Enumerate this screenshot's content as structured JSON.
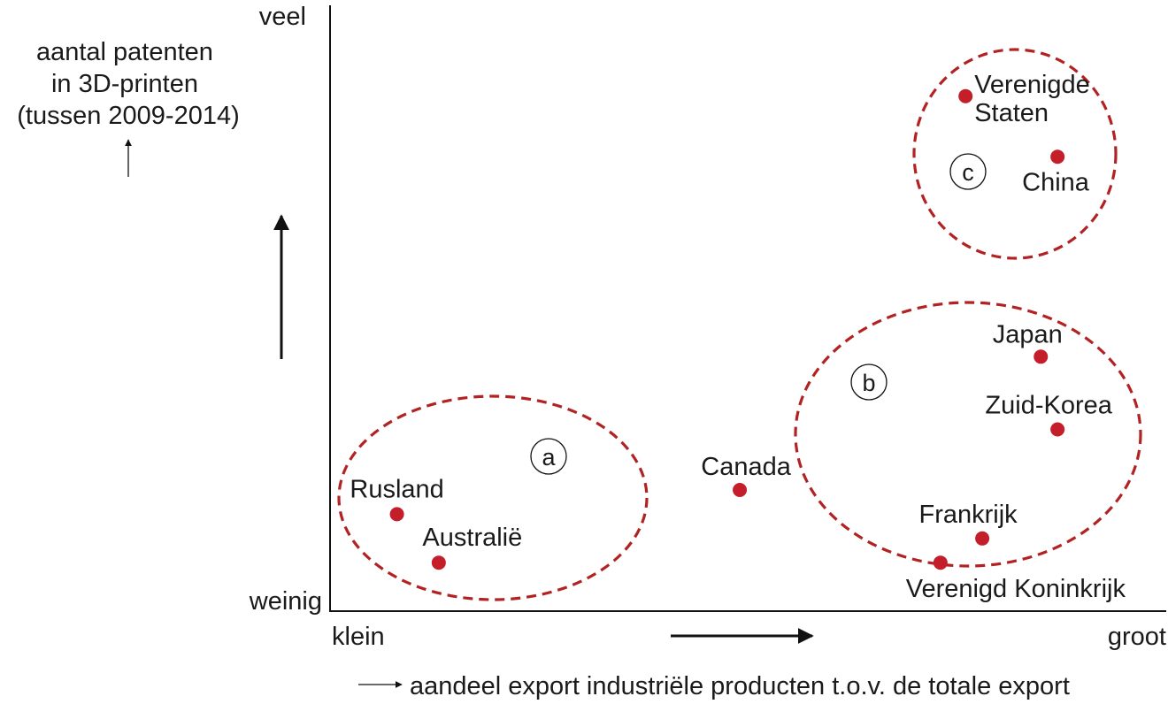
{
  "chart_data": {
    "type": "scatter",
    "ylabel_lines": [
      "aantal patenten",
      "in 3D-printen",
      "(tussen 2009-2014)"
    ],
    "xlabel": "aandeel export industriële producten t.o.v. de totale export",
    "y_low": "weinig",
    "y_high": "veel",
    "x_low": "klein",
    "x_high": "groot",
    "axis_numeric_ticks": false,
    "xlim": [
      0,
      100
    ],
    "ylim": [
      0,
      100
    ],
    "point_color": "#c41e2a",
    "group_color": "#b22222",
    "points": [
      {
        "name": "Rusland",
        "label_lines": [
          "Rusland"
        ],
        "x": 8,
        "y": 16
      },
      {
        "name": "Australië",
        "label_lines": [
          "Australië"
        ],
        "x": 13,
        "y": 8
      },
      {
        "name": "Canada",
        "label_lines": [
          "Canada"
        ],
        "x": 49,
        "y": 20
      },
      {
        "name": "Japan",
        "label_lines": [
          "Japan"
        ],
        "x": 85,
        "y": 42
      },
      {
        "name": "Zuid-Korea",
        "label_lines": [
          "Zuid-Korea"
        ],
        "x": 87,
        "y": 30
      },
      {
        "name": "Frankrijk",
        "label_lines": [
          "Frankrijk"
        ],
        "x": 78,
        "y": 12
      },
      {
        "name": "Verenigd Koninkrijk",
        "label_lines": [
          "Verenigd Koninkrijk"
        ],
        "x": 73,
        "y": 8
      },
      {
        "name": "Verenigde Staten",
        "label_lines": [
          "Verenigde",
          "Staten"
        ],
        "x": 76,
        "y": 85
      },
      {
        "name": "China",
        "label_lines": [
          "China"
        ],
        "x": 87,
        "y": 75
      }
    ],
    "groups": [
      {
        "label": "a",
        "members": [
          "Rusland",
          "Australië"
        ]
      },
      {
        "label": "b",
        "members": [
          "Japan",
          "Zuid-Korea",
          "Frankrijk",
          "Verenigd Koninkrijk"
        ]
      },
      {
        "label": "c",
        "members": [
          "Verenigde Staten",
          "China"
        ]
      }
    ]
  }
}
